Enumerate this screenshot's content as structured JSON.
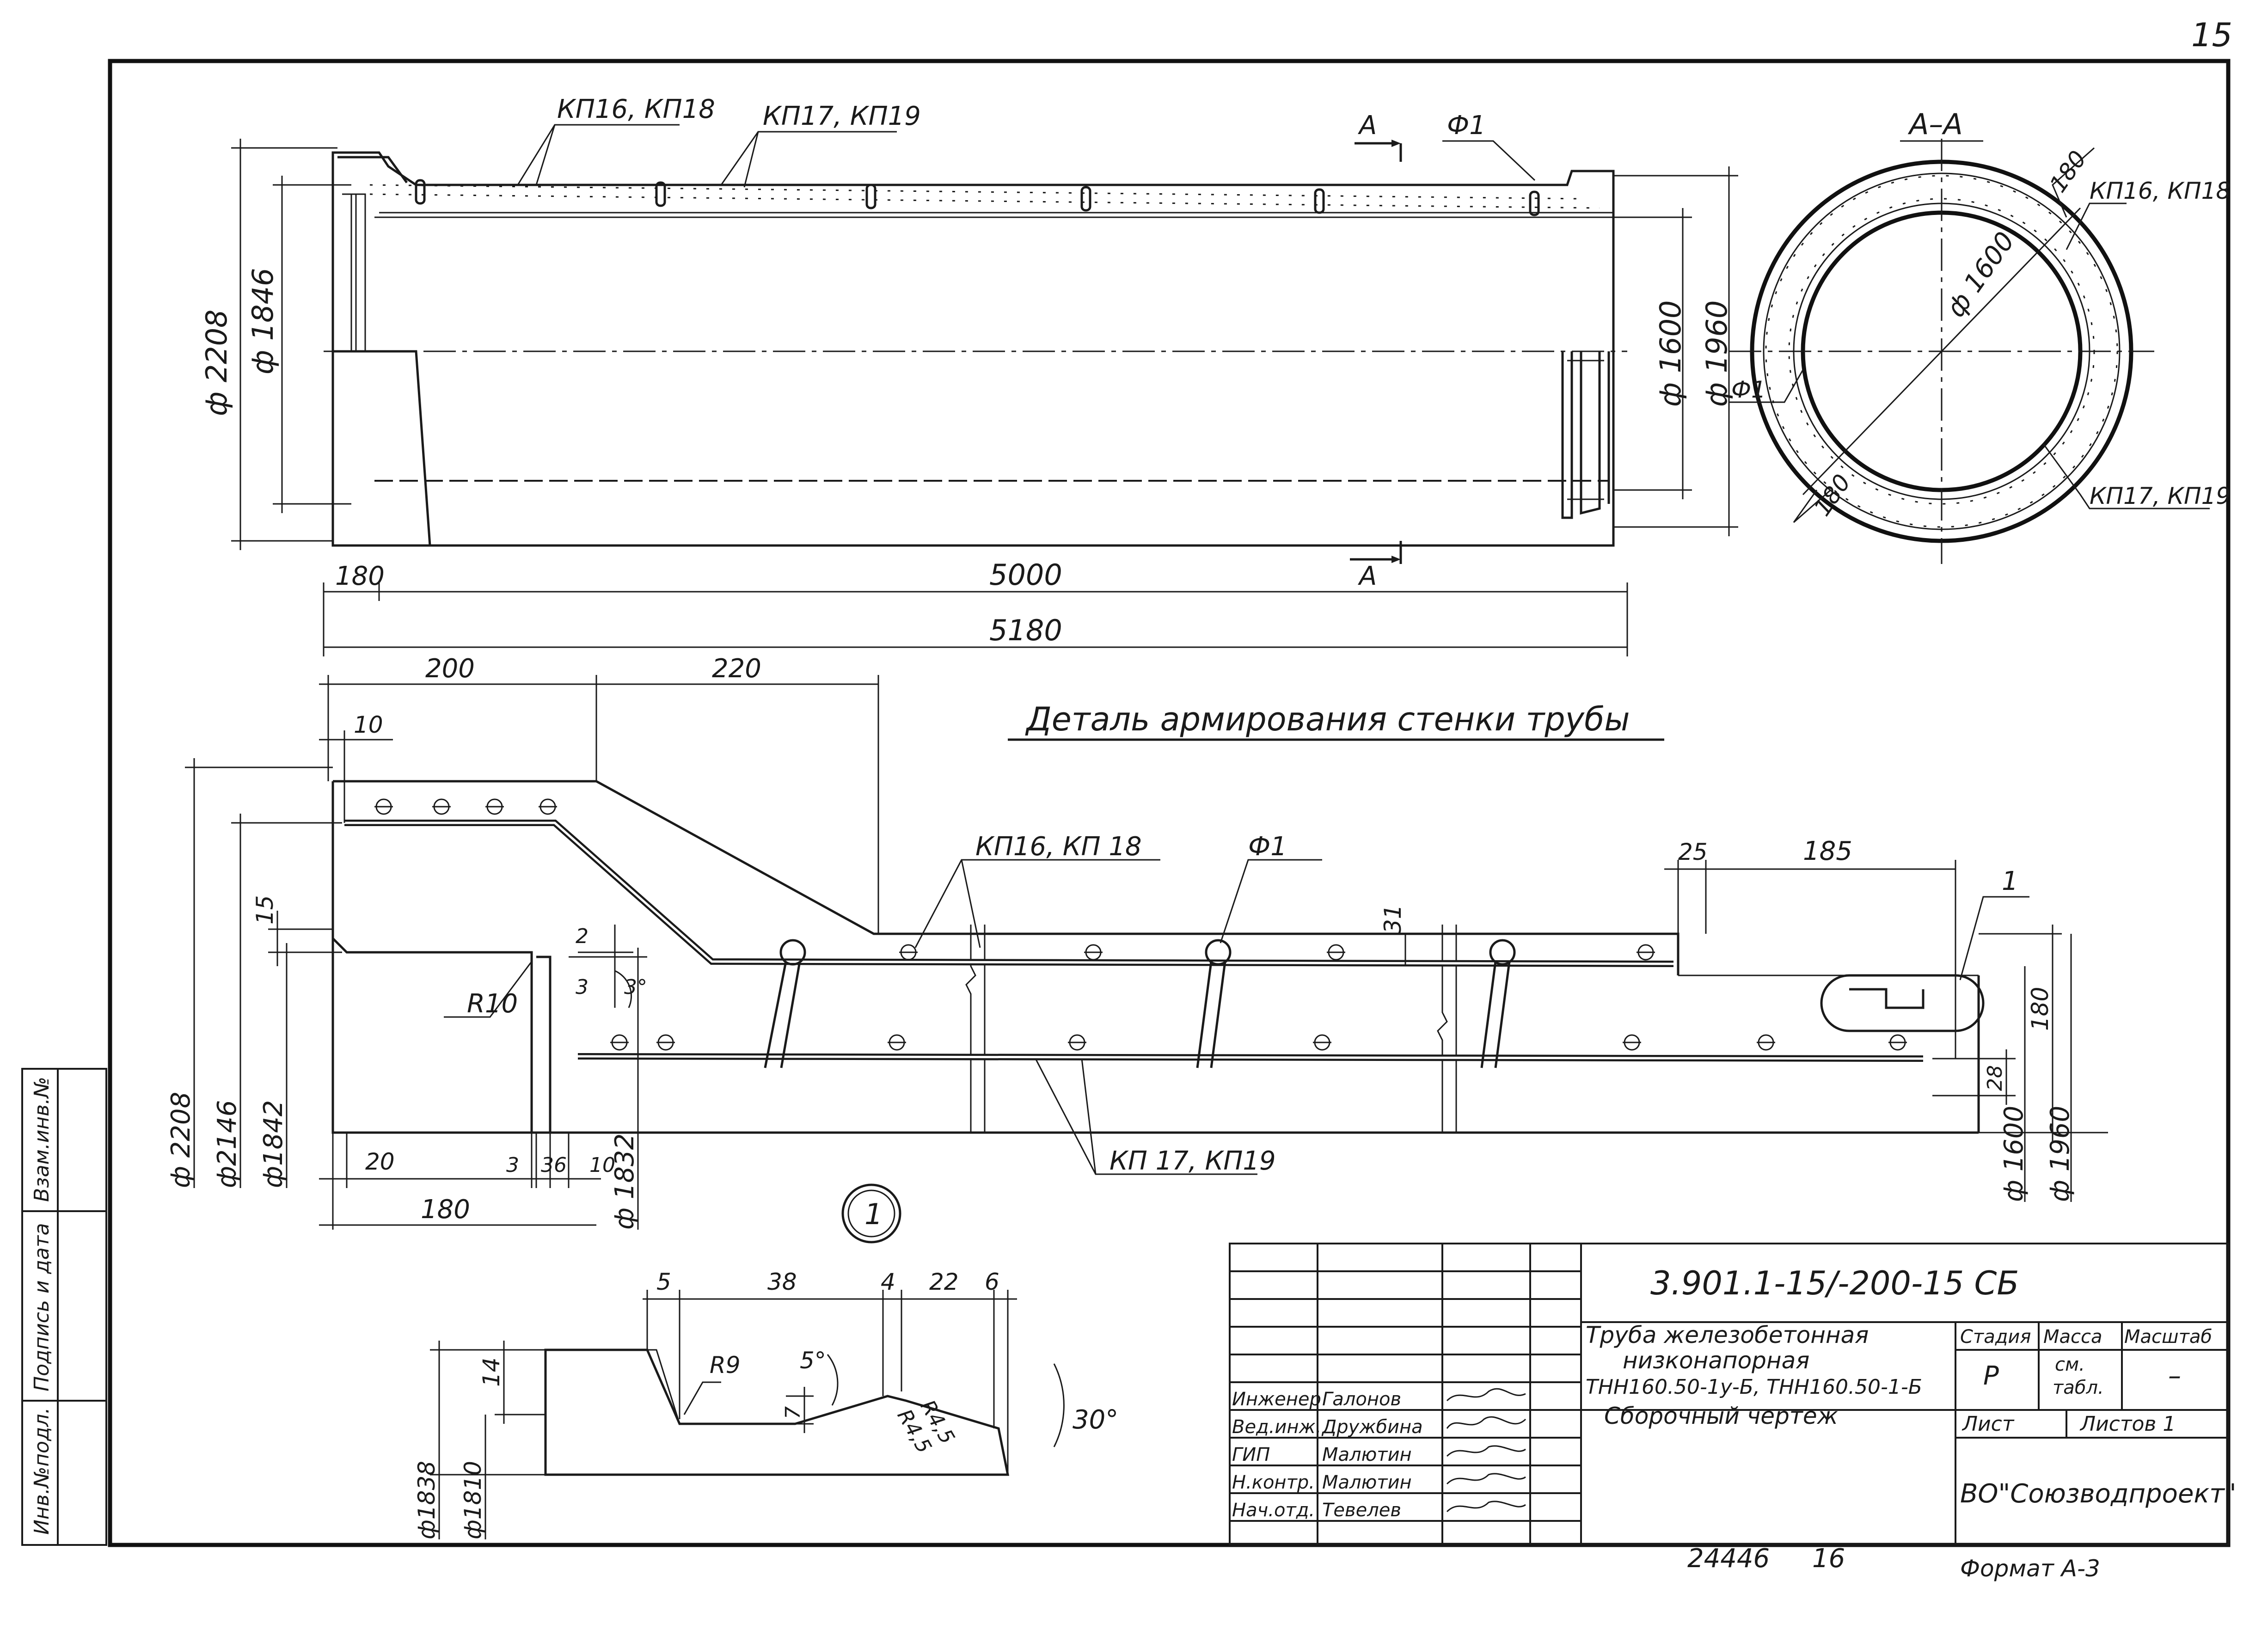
{
  "page_number": "15",
  "main_view": {
    "labels": {
      "kp16_kp18": "КП16, КП18",
      "kp17_kp19": "КП17, КП19",
      "phi1": "Ф1",
      "section_mark": "А"
    },
    "dims": {
      "d2208": "ф 2208",
      "d1846": "ф 1846",
      "d1600": "ф 1600",
      "d1960": "ф 1960",
      "l180": "180",
      "l5000": "5000",
      "l5180": "5180"
    }
  },
  "section_view": {
    "title": "А–А",
    "labels": {
      "kp16_kp18": "КП16, КП18",
      "kp17_kp19": "КП17, КП19",
      "phi1": "Ф1",
      "d1600": "ф 1600",
      "a180_top": "180",
      "a180_bottom": "180"
    }
  },
  "detail_view": {
    "title": "Деталь армирования стенки трубы",
    "labels": {
      "kp16_kp18": "КП16, КП 18",
      "kp17_kp19": "КП 17, КП19",
      "phi1": "Ф1",
      "callout1": "1",
      "r10": "R10"
    },
    "dims": {
      "d200": "200",
      "d220": "220",
      "d10_top": "10",
      "d25": "25",
      "d185": "185",
      "d15": "15",
      "d2": "2",
      "d3": "3",
      "a3": "3°",
      "d31": "31",
      "d180_right": "180",
      "d28": "28",
      "d2208": "ф 2208",
      "d2146": "ф2146",
      "d1842": "ф1842",
      "d1832": "ф 1832",
      "d1600": "ф 1600",
      "d1960": "ф 1960",
      "d20": "20",
      "d3b": "3",
      "d36": "36",
      "d10b": "10",
      "d180_bottom": "180"
    }
  },
  "node_view": {
    "number": "1",
    "dims": {
      "d5": "5",
      "d38": "38",
      "d4": "4",
      "d22": "22",
      "d6": "6",
      "d14": "14",
      "d7": "7",
      "r9": "R9",
      "r45a": "R4,5",
      "r45b": "R4,5",
      "a5": "5°",
      "a30": "30°",
      "d1838": "ф1838",
      "d1810": "ф1810"
    }
  },
  "side_stamp": {
    "inv_podl": "Инв.№подл.",
    "podpis": "Подпись и дата",
    "vzam": "Взам.инв.№"
  },
  "title_block": {
    "doc_code": "3.901.1-15/-200-15  СБ",
    "title_line1": "Труба железобетонная",
    "title_line2": "низконапорная",
    "title_line3": "ТНН160.50-1у-Б, ТНН160.50-1-Б",
    "title_line4": "Сборочный чертеж",
    "stage_header": "Стадия",
    "mass_header": "Масса",
    "scale_header": "Масштаб",
    "stage_value": "Р",
    "mass_value_1": "см.",
    "mass_value_2": "табл.",
    "scale_value": "–",
    "sheet_label": "Лист",
    "sheets_label": "Листов 1",
    "org": "ВО\"Союзводпроект\"",
    "roles": [
      {
        "role": "Инженер",
        "name": "Галонов"
      },
      {
        "role": "Вед.инж.",
        "name": "Дружбина"
      },
      {
        "role": "ГИП",
        "name": "Малютин"
      },
      {
        "role": "Н.контр.",
        "name": "Малютин"
      },
      {
        "role": "Нач.отд.",
        "name": "Тевелев"
      }
    ]
  },
  "footer": {
    "copy_number": "24446",
    "page_ref": "16",
    "format": "Формат А-3"
  }
}
